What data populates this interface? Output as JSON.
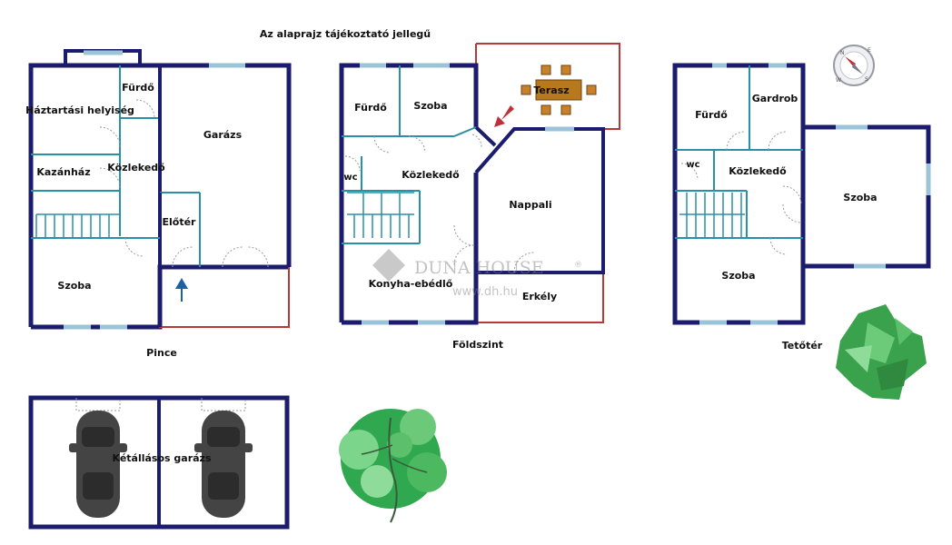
{
  "header": {
    "note": "Az alaprajz tájékoztató jellegű"
  },
  "floors": {
    "pince": {
      "caption": "Pince",
      "rooms": {
        "haztartasi": "Háztartási helyiség",
        "furdo": "Fürdő",
        "garazs": "Garázs",
        "kazanhaz": "Kazánház",
        "kozlekedo": "Közlekedő",
        "eloter": "Előtér",
        "szoba": "Szoba"
      }
    },
    "foldszint": {
      "caption": "Földszint",
      "rooms": {
        "furdo": "Fürdő",
        "szoba": "Szoba",
        "terasz": "Terasz",
        "wc": "wc",
        "kozlekedo": "Közlekedő",
        "nappali": "Nappali",
        "konyha": "Konyha-ebédlő",
        "erkely": "Erkély"
      }
    },
    "tetoter": {
      "caption": "Tetőtér",
      "rooms": {
        "furdo": "Fürdő",
        "gardrob": "Gardrob",
        "wc": "wc",
        "kozlekedo": "Közlekedő",
        "szoba1": "Szoba",
        "szoba2": "Szoba"
      }
    }
  },
  "garage": {
    "label": "Kétállásos garázs"
  },
  "watermark": {
    "brand": "DUNA HOUSE",
    "reg": "®",
    "url": "www.dh.hu"
  },
  "compass": {
    "n": "N",
    "s": "S",
    "e": "E",
    "w": "W"
  },
  "colors": {
    "wall": "#1c1c6e",
    "inner_wall": "#2a8fa8",
    "exterior_line": "#b43a3a",
    "window": "#9cc4d8",
    "arrow_blue": "#1f5fa8",
    "arrow_red": "#c0303a",
    "tree_green": "#2fa84f",
    "car": "#4a4a4a"
  }
}
